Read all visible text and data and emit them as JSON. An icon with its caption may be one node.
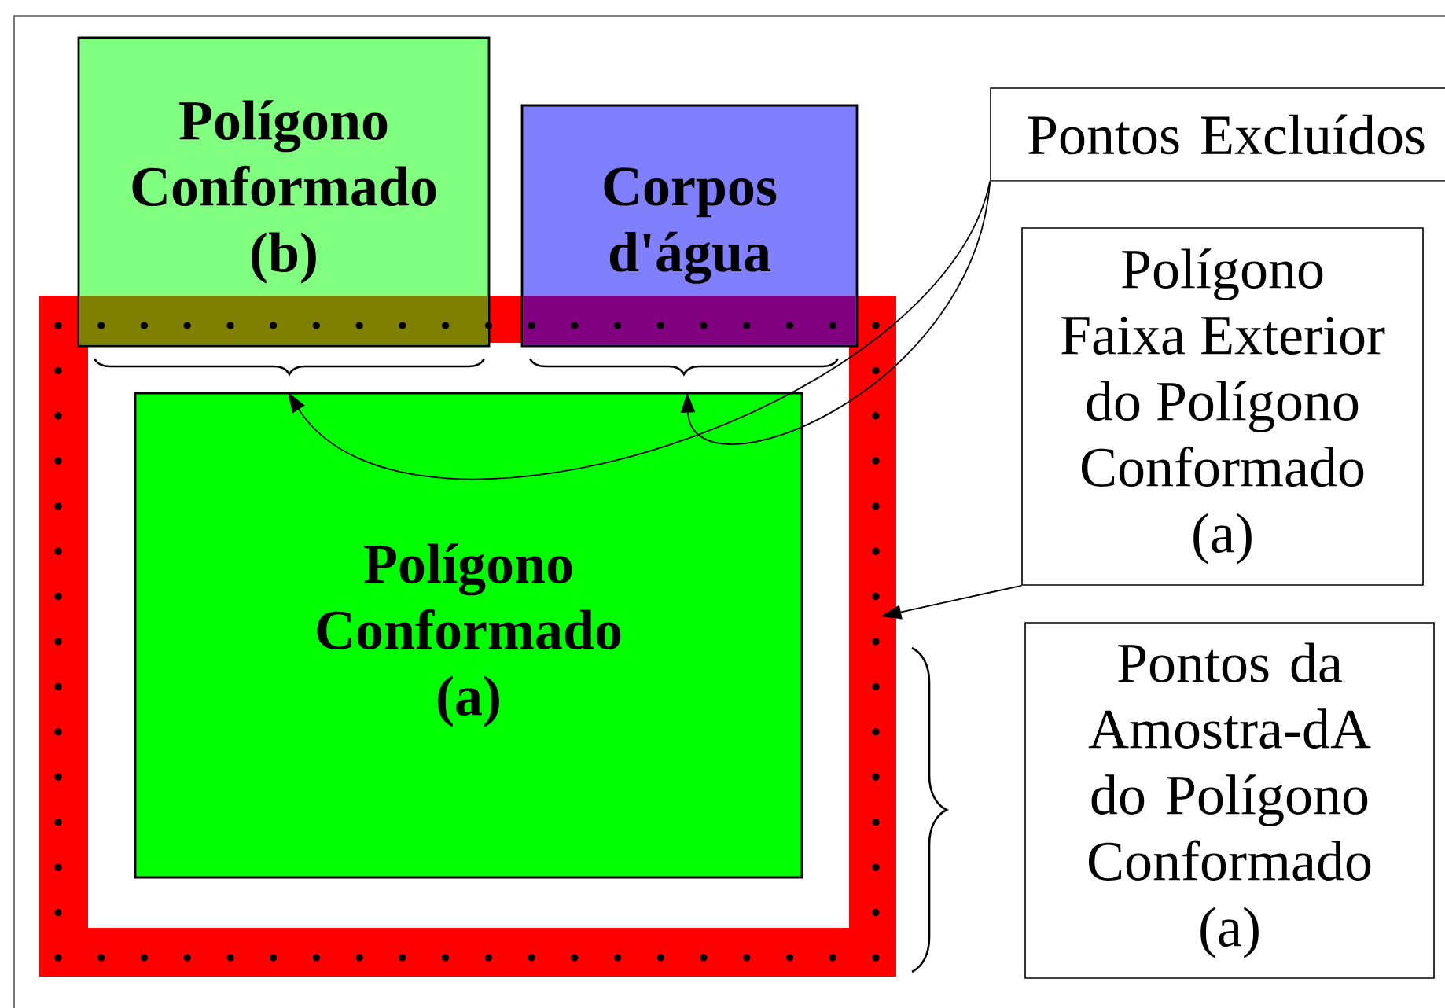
{
  "diagram": {
    "nodes": [
      {
        "text": [
          "Polígono Conformado (b)"
        ]
      },
      {
        "text": [
          "Corpos d'água"
        ]
      },
      {
        "text": [
          "Pontos Excluídos"
        ]
      },
      {
        "text": [
          "Polígono Faixa Exterior do Polígono Conformado (a)"
        ]
      },
      {
        "text": [],
        "shape": "band"
      },
      {
        "text": [
          "Polígono Conformado (a)"
        ],
        "in": 4
      },
      {
        "text": [
          "Pontos da Amostra-dA do Polígono Conformado (a)"
        ]
      }
    ],
    "edges": [
      {
        "from": 2,
        "to": 5,
        "arrow": "to"
      },
      {
        "from": 2,
        "to": 5,
        "arrow": "to"
      },
      {
        "from": 3,
        "to": 4,
        "arrow": "to"
      }
    ]
  }
}
